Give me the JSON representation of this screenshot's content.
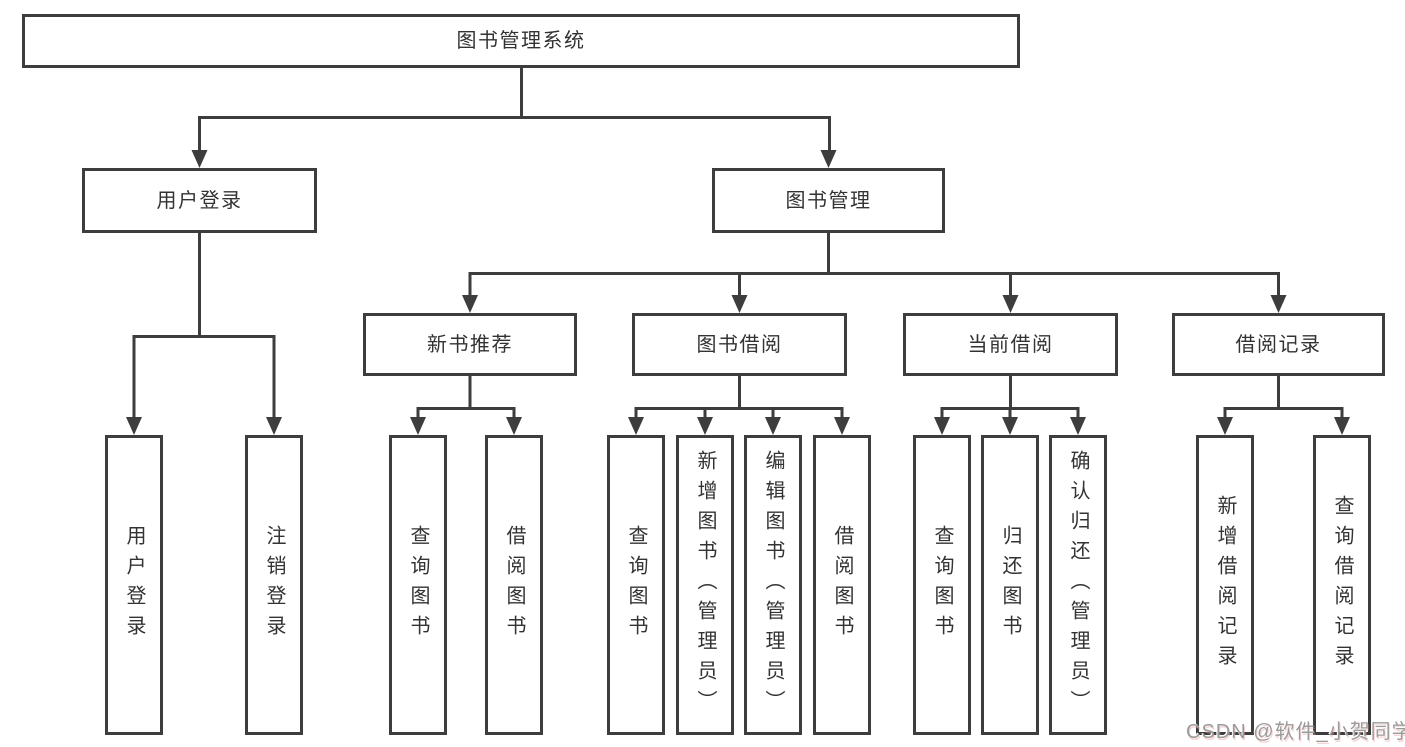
{
  "diagram_type": "hierarchy-tree",
  "colors": {
    "line": "#3d3d3d",
    "text": "#333333",
    "watermark_text": "#9b9b9b",
    "bg": "#ffffff"
  },
  "tree": {
    "label": "图书管理系统",
    "children": [
      {
        "label": "用户登录",
        "children": [
          {
            "label": "用户登录"
          },
          {
            "label": "注销登录"
          }
        ]
      },
      {
        "label": "图书管理",
        "children": [
          {
            "label": "新书推荐",
            "children": [
              {
                "label": "查询图书"
              },
              {
                "label": "借阅图书"
              }
            ]
          },
          {
            "label": "图书借阅",
            "children": [
              {
                "label": "查询图书"
              },
              {
                "label": "新增图书（管理员）"
              },
              {
                "label": "编辑图书（管理员）"
              },
              {
                "label": "借阅图书"
              }
            ]
          },
          {
            "label": "当前借阅",
            "children": [
              {
                "label": "查询图书"
              },
              {
                "label": "归还图书"
              },
              {
                "label": "确认归还（管理员）"
              }
            ]
          },
          {
            "label": "借阅记录",
            "children": [
              {
                "label": "新增借阅记录"
              },
              {
                "label": "查询借阅记录"
              }
            ]
          }
        ]
      }
    ]
  },
  "watermark": {
    "text": "CSDN @软件_小贺同学"
  }
}
